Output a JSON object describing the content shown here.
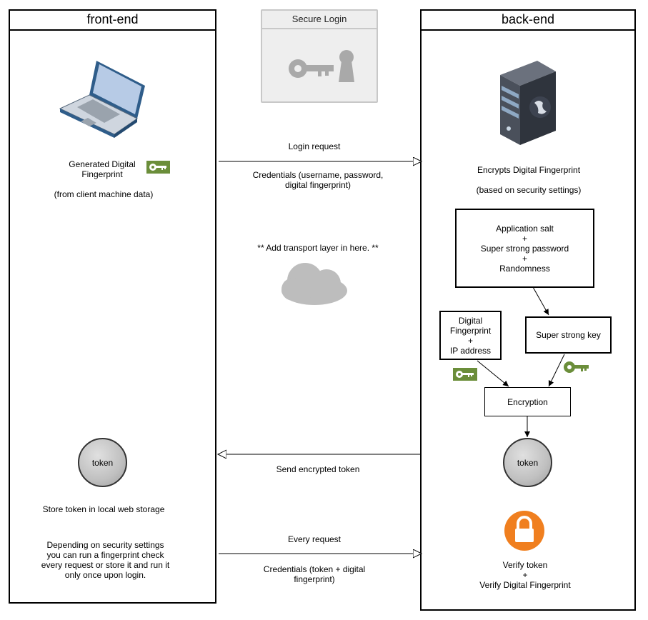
{
  "lanes": {
    "frontend_title": "front-end",
    "backend_title": "back-end"
  },
  "secure_login": {
    "title": "Secure Login"
  },
  "frontend": {
    "fingerprint_label": "Generated Digital\nFingerprint",
    "fingerprint_source": "(from client machine data)",
    "token_label": "token",
    "store_token": "Store token in local web storage",
    "security_note": "Depending on security settings\nyou can run a fingerprint check\nevery request or store it and run it\nonly once upon login."
  },
  "messages": {
    "login_request": "Login request",
    "credentials_login": "Credentials (username, password,\ndigital fingerprint)",
    "transport_note": "**  Add transport layer in here.   **",
    "send_token": "Send encrypted token",
    "every_request": "Every request",
    "credentials_every": "Credentials (token + digital\nfingerprint)"
  },
  "backend": {
    "encrypts": "Encrypts Digital Fingerprint",
    "based_on": "(based on security settings)",
    "salt_box": "Application salt\n+\nSuper strong password\n+\nRandomness",
    "fingerprint_box": "Digital\nFingerprint\n+\nIP address",
    "strong_key_box": "Super strong key",
    "encryption_box": "Encryption",
    "token_label": "token",
    "verify": "Verify token\n+\nVerify Digital Fingerprint"
  },
  "colors": {
    "key_green": "#6b8e3a",
    "lock_orange": "#f07f1f",
    "cloud_gray": "#bdbdbd",
    "server_dark": "#3a3f4a",
    "laptop_blue": "#2f5d8a"
  },
  "icons": [
    "laptop-icon",
    "key-icon",
    "keyhole-icon",
    "cloud-icon",
    "server-icon",
    "lock-icon"
  ]
}
